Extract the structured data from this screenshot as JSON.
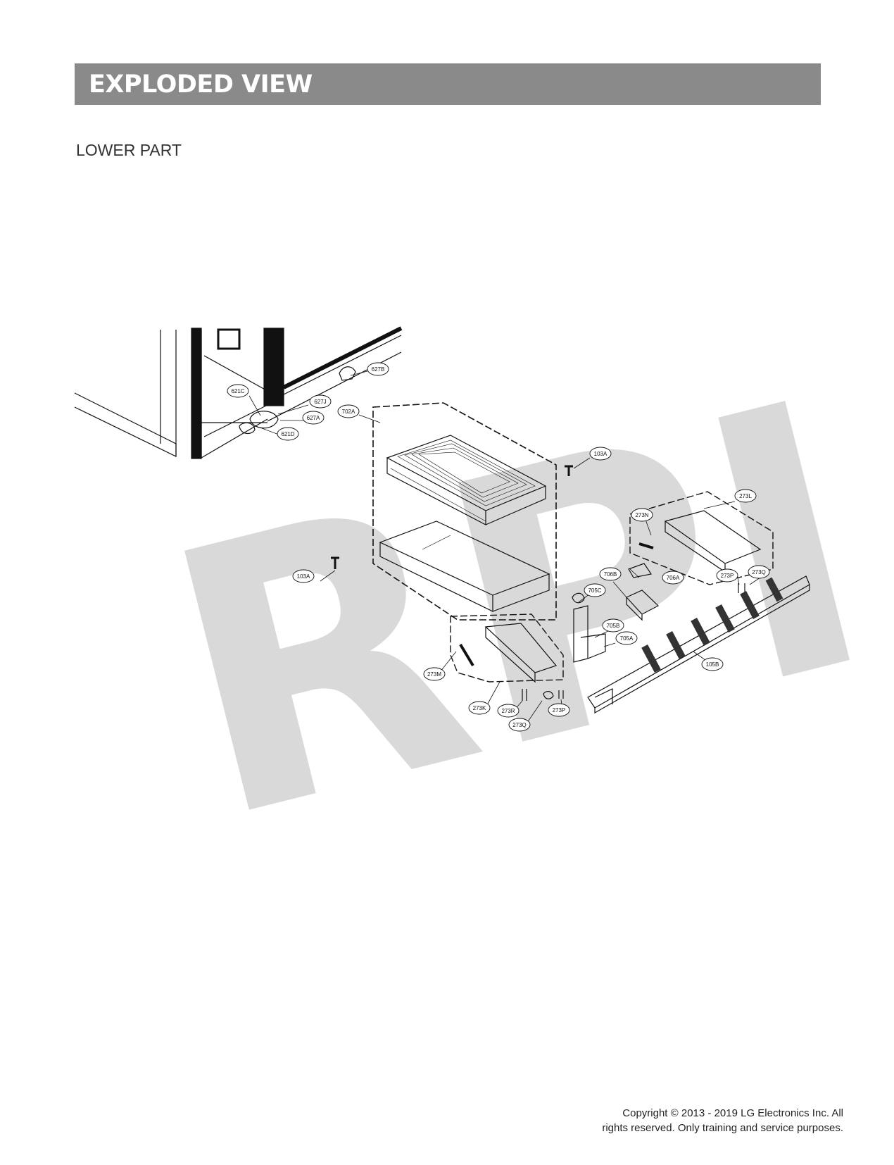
{
  "header": {
    "title": "EXPLODED VIEW",
    "bar_color": "#8a8a8a"
  },
  "section": {
    "title": "LOWER PART"
  },
  "diagram": {
    "watermark": "RPI",
    "callouts": [
      "627B",
      "621C",
      "627J",
      "627A",
      "621D",
      "702A",
      "103A",
      "103A",
      "273L",
      "273N",
      "706B",
      "706A",
      "273P",
      "273Q",
      "705C",
      "705B",
      "705A",
      "105B",
      "273M",
      "273K",
      "273R",
      "273Q",
      "273P"
    ]
  },
  "footer": {
    "copyright_line1": "Copyright © 2013 - 2019 LG Electronics Inc. All",
    "copyright_line2": "rights reserved. Only training and service purposes."
  }
}
